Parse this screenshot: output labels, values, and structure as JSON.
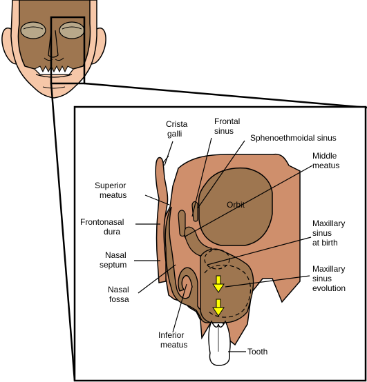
{
  "labels": {
    "crista_galli_1": "Crista",
    "crista_galli_2": "galli",
    "frontal_sinus_1": "Frontal",
    "frontal_sinus_2": "sinus",
    "sphenoethmoidal_sinus": "Sphenoethmoidal sinus",
    "middle_meatus_1": "Middle",
    "middle_meatus_2": "meatus",
    "superior_meatus_1": "Superior",
    "superior_meatus_2": "meatus",
    "orbit": "Orbit",
    "frontonasal_dura_1": "Frontonasal",
    "frontonasal_dura_2": "dura",
    "maxillary_sinus_birth_1": "Maxillary",
    "maxillary_sinus_birth_2": "sinus",
    "maxillary_sinus_birth_3": "at birth",
    "nasal_septum_1": "Nasal",
    "nasal_septum_2": "septum",
    "maxillary_sinus_evolution_1": "Maxillary",
    "maxillary_sinus_evolution_2": "sinus",
    "maxillary_sinus_evolution_3": "evolution",
    "nasal_fossa_1": "Nasal",
    "nasal_fossa_2": "fossa",
    "inferior_meatus_1": "Inferior",
    "inferior_meatus_2": "meatus",
    "tooth": "Tooth"
  },
  "colors": {
    "skin": "#f6c7a8",
    "tissue": "#cf8f6c",
    "cavity": "#9e7650",
    "arrow": "#ffff00",
    "line": "#000000"
  }
}
